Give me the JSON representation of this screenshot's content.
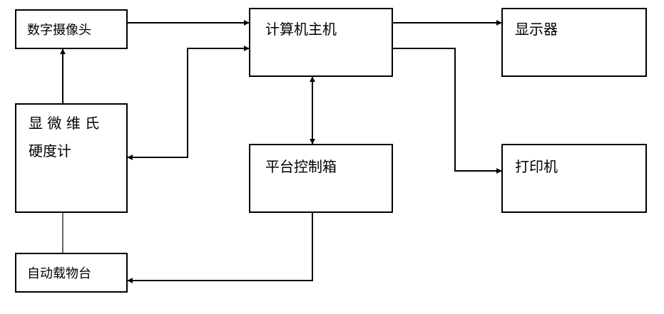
{
  "nodes": {
    "camera": "数字摄像头",
    "host": "计算机主机",
    "display": "显示器",
    "tester_line1": "显 微 维 氏",
    "tester_line2": "硬度计",
    "controller": "平台控制箱",
    "printer": "打印机",
    "stage": "自动载物台"
  }
}
